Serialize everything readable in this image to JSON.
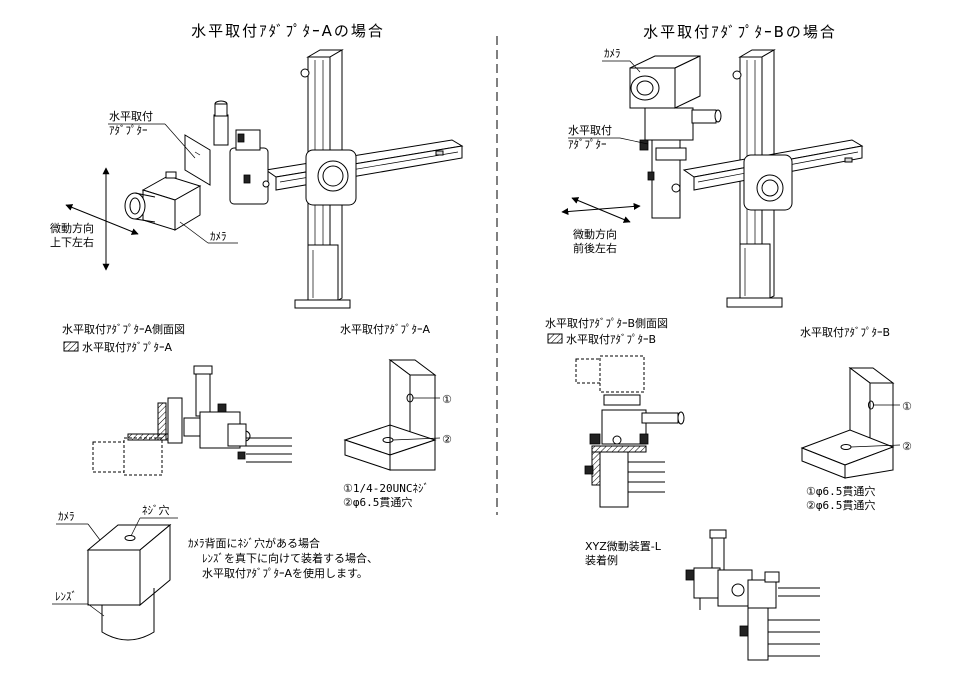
{
  "left_panel": {
    "title": "水平取付ｱﾀﾞﾌﾟﾀｰAの場合",
    "adapter_label_line1": "水平取付",
    "adapter_label_line2": "ｱﾀﾞﾌﾟﾀｰ",
    "camera_label": "ｶﾒﾗ",
    "motion_line1": "微動方向",
    "motion_line2": "上下左右",
    "side_view_title": "水平取付ｱﾀﾞﾌﾟﾀｰA側面図",
    "side_view_legend": "水平取付ｱﾀﾞﾌﾟﾀｰA",
    "part_title": "水平取付ｱﾀﾞﾌﾟﾀｰA",
    "note1": "①1/4-20UNCﾈｼﾞ",
    "note2": "②φ6.5貫通穴",
    "camera_note_camera": "ｶﾒﾗ",
    "camera_note_hole": "ﾈｼﾞ穴",
    "camera_note_lens": "ﾚﾝｽﾞ",
    "camera_text1": "ｶﾒﾗ背面にﾈｼﾞ穴がある場合",
    "camera_text2": "ﾚﾝｽﾞを真下に向けて装着する場合、",
    "camera_text3": "水平取付ｱﾀﾞﾌﾟﾀｰAを使用します。"
  },
  "right_panel": {
    "title": "水平取付ｱﾀﾞﾌﾟﾀｰBの場合",
    "camera_label": "ｶﾒﾗ",
    "adapter_label_line1": "水平取付",
    "adapter_label_line2": "ｱﾀﾞﾌﾟﾀｰ",
    "motion_line1": "微動方向",
    "motion_line2": "前後左右",
    "side_view_title": "水平取付ｱﾀﾞﾌﾟﾀｰB側面図",
    "side_view_legend": "水平取付ｱﾀﾞﾌﾟﾀｰB",
    "part_title": "水平取付ｱﾀﾞﾌﾟﾀｰB",
    "note1": "①φ6.5貫通穴",
    "note2": "②φ6.5貫通穴",
    "xyz_line1": "XYZ微動装置-L",
    "xyz_line2": "装着例"
  },
  "callouts": {
    "one": "①",
    "two": "②"
  }
}
